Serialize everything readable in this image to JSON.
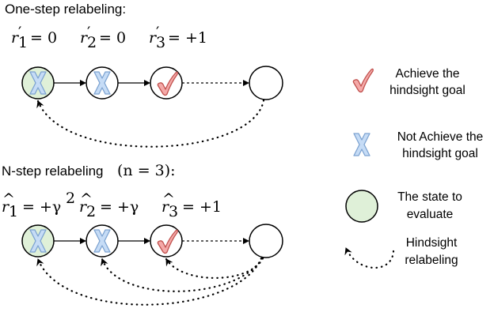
{
  "one_step": {
    "title": "One-step relabeling:",
    "rewards": [
      {
        "sym": "r",
        "sub": "1",
        "rhs": "= 0"
      },
      {
        "sym": "r",
        "sub": "2",
        "rhs": "= 0"
      },
      {
        "sym": "r",
        "sub": "3",
        "rhs": "= +1"
      }
    ]
  },
  "n_step": {
    "title": "N-step relabeling",
    "n_label": "(n = 3):",
    "rewards": [
      {
        "sym": "r",
        "sub": "1",
        "rhs": "= +γ",
        "sup": "2"
      },
      {
        "sym": "r",
        "sub": "2",
        "rhs": "= +γ",
        "sup": ""
      },
      {
        "sym": "r",
        "sub": "3",
        "rhs": "= +1",
        "sup": ""
      }
    ]
  },
  "legend": {
    "achieve": [
      "Achieve the",
      "hindsight goal"
    ],
    "not_achieve": [
      "Not Achieve the",
      "hindsight goal"
    ],
    "state": [
      "The state to",
      "evaluate"
    ],
    "relabel": [
      "Hindsight",
      "relabeling"
    ]
  },
  "colors": {
    "state_fill": "#dff0d8",
    "cross_fill": "#c6dcf6",
    "cross_stroke": "#7da3d1",
    "check_fill": "#f4a9a8",
    "check_stroke": "#c0504d"
  }
}
